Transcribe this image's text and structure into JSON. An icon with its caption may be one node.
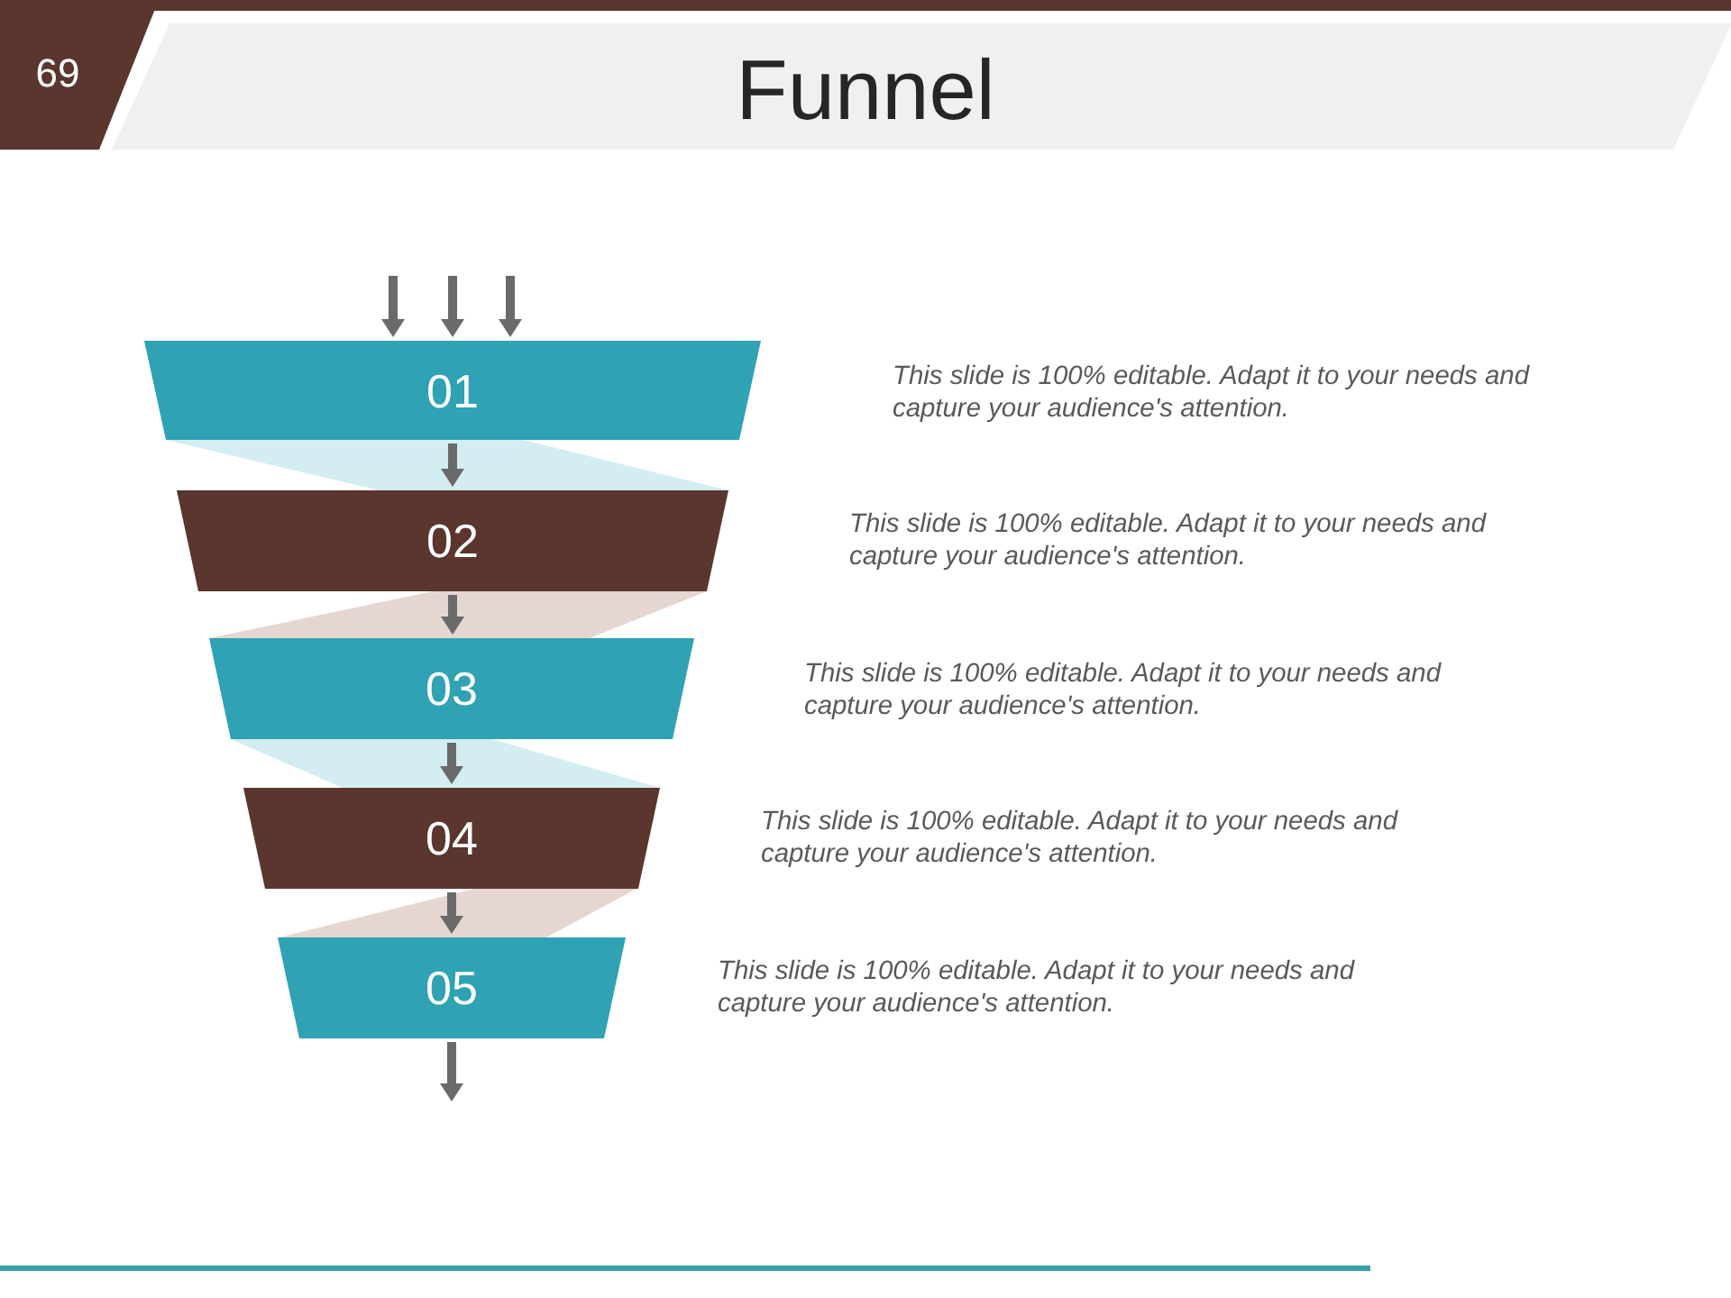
{
  "diagram": {
    "title": "Funnel",
    "nodes": [
      {
        "text": [
          "01"
        ]
      },
      {
        "text": [
          "02"
        ]
      },
      {
        "text": [
          "03"
        ]
      },
      {
        "text": [
          "04"
        ]
      },
      {
        "text": [
          "05"
        ]
      }
    ],
    "edges": [
      {
        "from": null,
        "to": 0,
        "arrow": "to"
      },
      {
        "from": null,
        "to": 0,
        "arrow": "to"
      },
      {
        "from": null,
        "to": 0,
        "arrow": "to"
      },
      {
        "from": 0,
        "to": 1,
        "arrow": "to"
      },
      {
        "from": 1,
        "to": 2,
        "arrow": "to"
      },
      {
        "from": 2,
        "to": 3,
        "arrow": "to"
      },
      {
        "from": 3,
        "to": 4,
        "arrow": "to"
      },
      {
        "from": 4,
        "to": null,
        "arrow": "to"
      }
    ],
    "labels": [
      "69",
      "This slide is 100% editable. Adapt it to your needs and capture your audience's attention.",
      "This slide is 100% editable. Adapt it to your needs and capture your audience's attention.",
      "This slide is 100% editable. Adapt it to your needs and capture your audience's attention.",
      "This slide is 100% editable. Adapt it to your needs and capture your audience's attention.",
      "This slide is 100% editable. Adapt it to your needs and capture your audience's attention."
    ]
  }
}
